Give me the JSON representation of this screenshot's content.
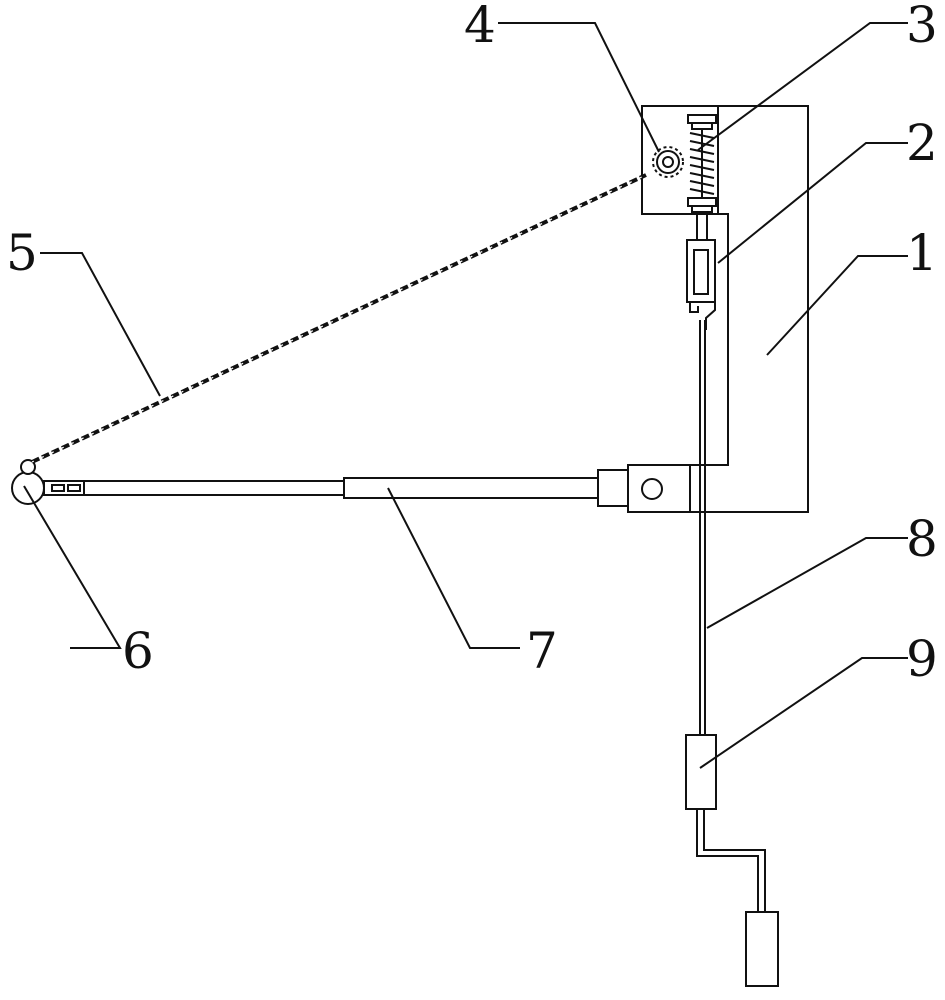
{
  "callouts": [
    {
      "id": "1",
      "text": "1"
    },
    {
      "id": "2",
      "text": "2"
    },
    {
      "id": "3",
      "text": "3"
    },
    {
      "id": "4",
      "text": "4"
    },
    {
      "id": "5",
      "text": "5"
    },
    {
      "id": "6",
      "text": "6"
    },
    {
      "id": "7",
      "text": "7"
    },
    {
      "id": "8",
      "text": "8"
    },
    {
      "id": "9",
      "text": "9"
    }
  ],
  "colors": {
    "line": "#111111",
    "background": "#ffffff"
  }
}
